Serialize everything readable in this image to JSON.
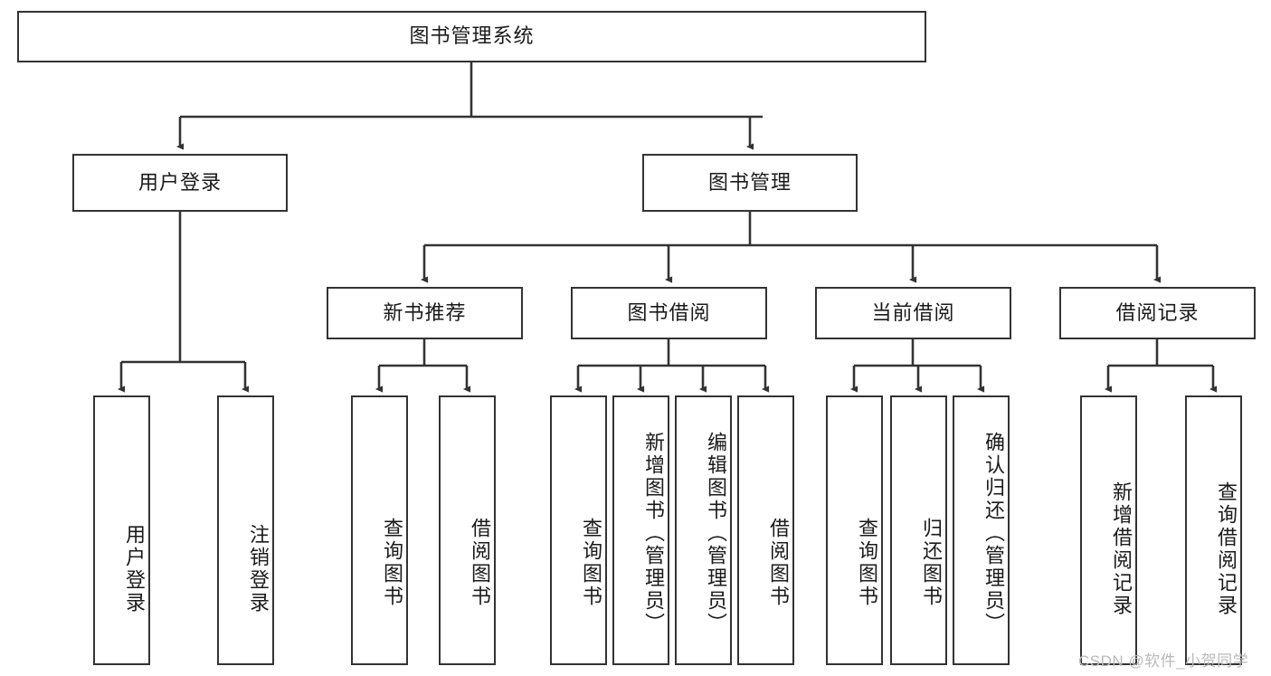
{
  "diagram": {
    "title": "图书管理系统",
    "type": "功能结构图",
    "root": {
      "label": "图书管理系统"
    },
    "level2": [
      {
        "label": "用户登录"
      },
      {
        "label": "图书管理"
      }
    ],
    "level3": [
      {
        "label": "新书推荐"
      },
      {
        "label": "图书借阅"
      },
      {
        "label": "当前借阅"
      },
      {
        "label": "借阅记录"
      }
    ],
    "leaves": {
      "user_login": [
        {
          "label": "用户登录"
        },
        {
          "label": "注销登录"
        }
      ],
      "new_book_recommend": [
        {
          "label": "查询图书"
        },
        {
          "label": "借阅图书"
        }
      ],
      "book_borrow": [
        {
          "label": "查询图书"
        },
        {
          "label": "新增图书（管理员）"
        },
        {
          "label": "编辑图书（管理员）"
        },
        {
          "label": "借阅图书"
        }
      ],
      "current_borrow": [
        {
          "label": "查询图书"
        },
        {
          "label": "归还图书"
        },
        {
          "label": "确认归还（管理员）"
        }
      ],
      "borrow_record": [
        {
          "label": "新增借阅记录"
        },
        {
          "label": "查询借阅记录"
        }
      ]
    }
  },
  "watermark": {
    "text": "CSDN @软件_小贺同学"
  },
  "colors": {
    "stroke": "#333333",
    "box_fill": "#ffffff",
    "text": "#1a1a1a",
    "watermark": "#b9b9b9",
    "background": "#ffffff"
  }
}
